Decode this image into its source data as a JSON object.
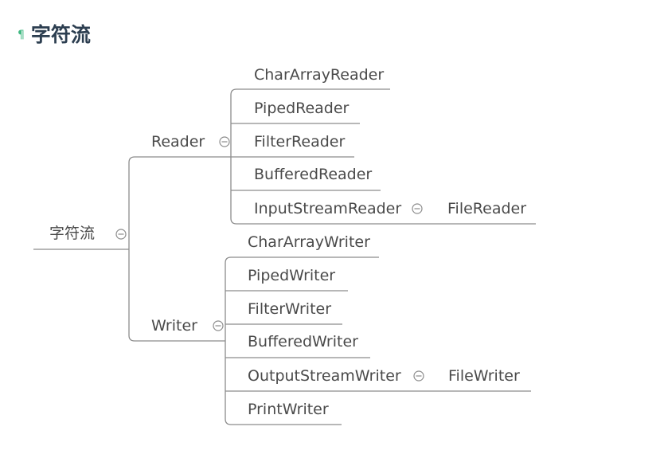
{
  "heading": {
    "pilcrow": "¶",
    "title": "字符流"
  },
  "diagram": {
    "root": {
      "label": "字符流"
    },
    "branches": [
      {
        "label": "Reader",
        "children": [
          {
            "label": "CharArrayReader"
          },
          {
            "label": "PipedReader"
          },
          {
            "label": "FilterReader"
          },
          {
            "label": "BufferedReader"
          },
          {
            "label": "InputStreamReader",
            "child": "FileReader"
          }
        ]
      },
      {
        "label": "Writer",
        "children": [
          {
            "label": "CharArrayWriter"
          },
          {
            "label": "PipedWriter"
          },
          {
            "label": "FilterWriter"
          },
          {
            "label": "BufferedWriter"
          },
          {
            "label": "OutputStreamWriter",
            "child": "FileWriter"
          },
          {
            "label": "PrintWriter"
          }
        ]
      }
    ]
  }
}
